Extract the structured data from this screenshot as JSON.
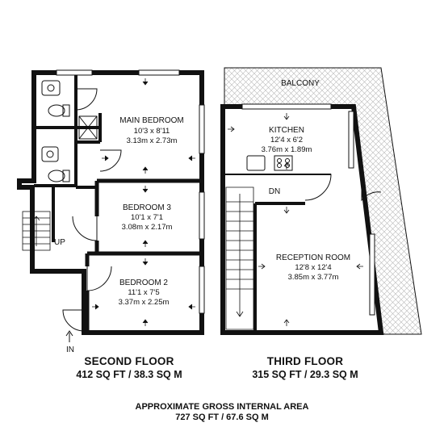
{
  "second_floor": {
    "title": "SECOND FLOOR",
    "area": "412 SQ FT / 38.3 SQ M",
    "rooms": {
      "main_bedroom": {
        "name": "MAIN BEDROOM",
        "imperial": "10'3 x 8'11",
        "metric": "3.13m x 2.73m"
      },
      "bedroom_3": {
        "name": "BEDROOM 3",
        "imperial": "10'1 x 7'1",
        "metric": "3.08m x 2.17m"
      },
      "bedroom_2": {
        "name": "BEDROOM 2",
        "imperial": "11'1 x 7'5",
        "metric": "3.37m x 2.25m"
      }
    },
    "stair_label": "UP",
    "entrance_label": "IN"
  },
  "third_floor": {
    "title": "THIRD FLOOR",
    "area": "315 SQ FT / 29.3 SQ M",
    "rooms": {
      "kitchen": {
        "name": "KITCHEN",
        "imperial": "12'4 x 6'2",
        "metric": "3.76m x 1.89m"
      },
      "reception": {
        "name": "RECEPTION ROOM",
        "imperial": "12'8 x 12'4",
        "metric": "3.85m x 3.77m"
      }
    },
    "balcony_label": "BALCONY",
    "stair_label": "DN"
  },
  "gross": {
    "title": "APPROXIMATE GROSS INTERNAL AREA",
    "area": "727 SQ FT / 67.6 SQ M"
  }
}
